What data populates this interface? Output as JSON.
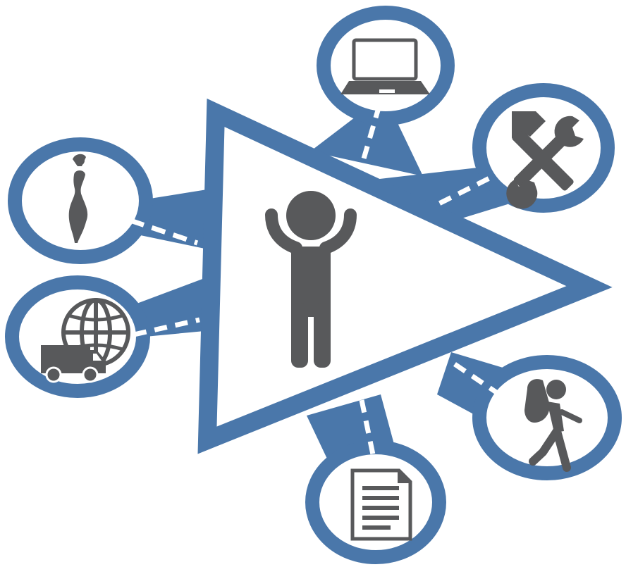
{
  "colors": {
    "primary_blue": "#4a77aa",
    "icon_gray": "#58595b",
    "background": "#ffffff",
    "dash": "#ffffff"
  },
  "center": {
    "icon": "person-arms-raised-icon"
  },
  "nodes": [
    {
      "id": "laptop",
      "icon": "laptop-icon"
    },
    {
      "id": "tools",
      "icon": "hammer-wrench-icon"
    },
    {
      "id": "fashion",
      "icon": "dress-silhouette-icon"
    },
    {
      "id": "logistics",
      "icon": "globe-delivery-truck-icon"
    },
    {
      "id": "document",
      "icon": "document-icon"
    },
    {
      "id": "hiker",
      "icon": "backpacker-hiker-icon"
    }
  ]
}
